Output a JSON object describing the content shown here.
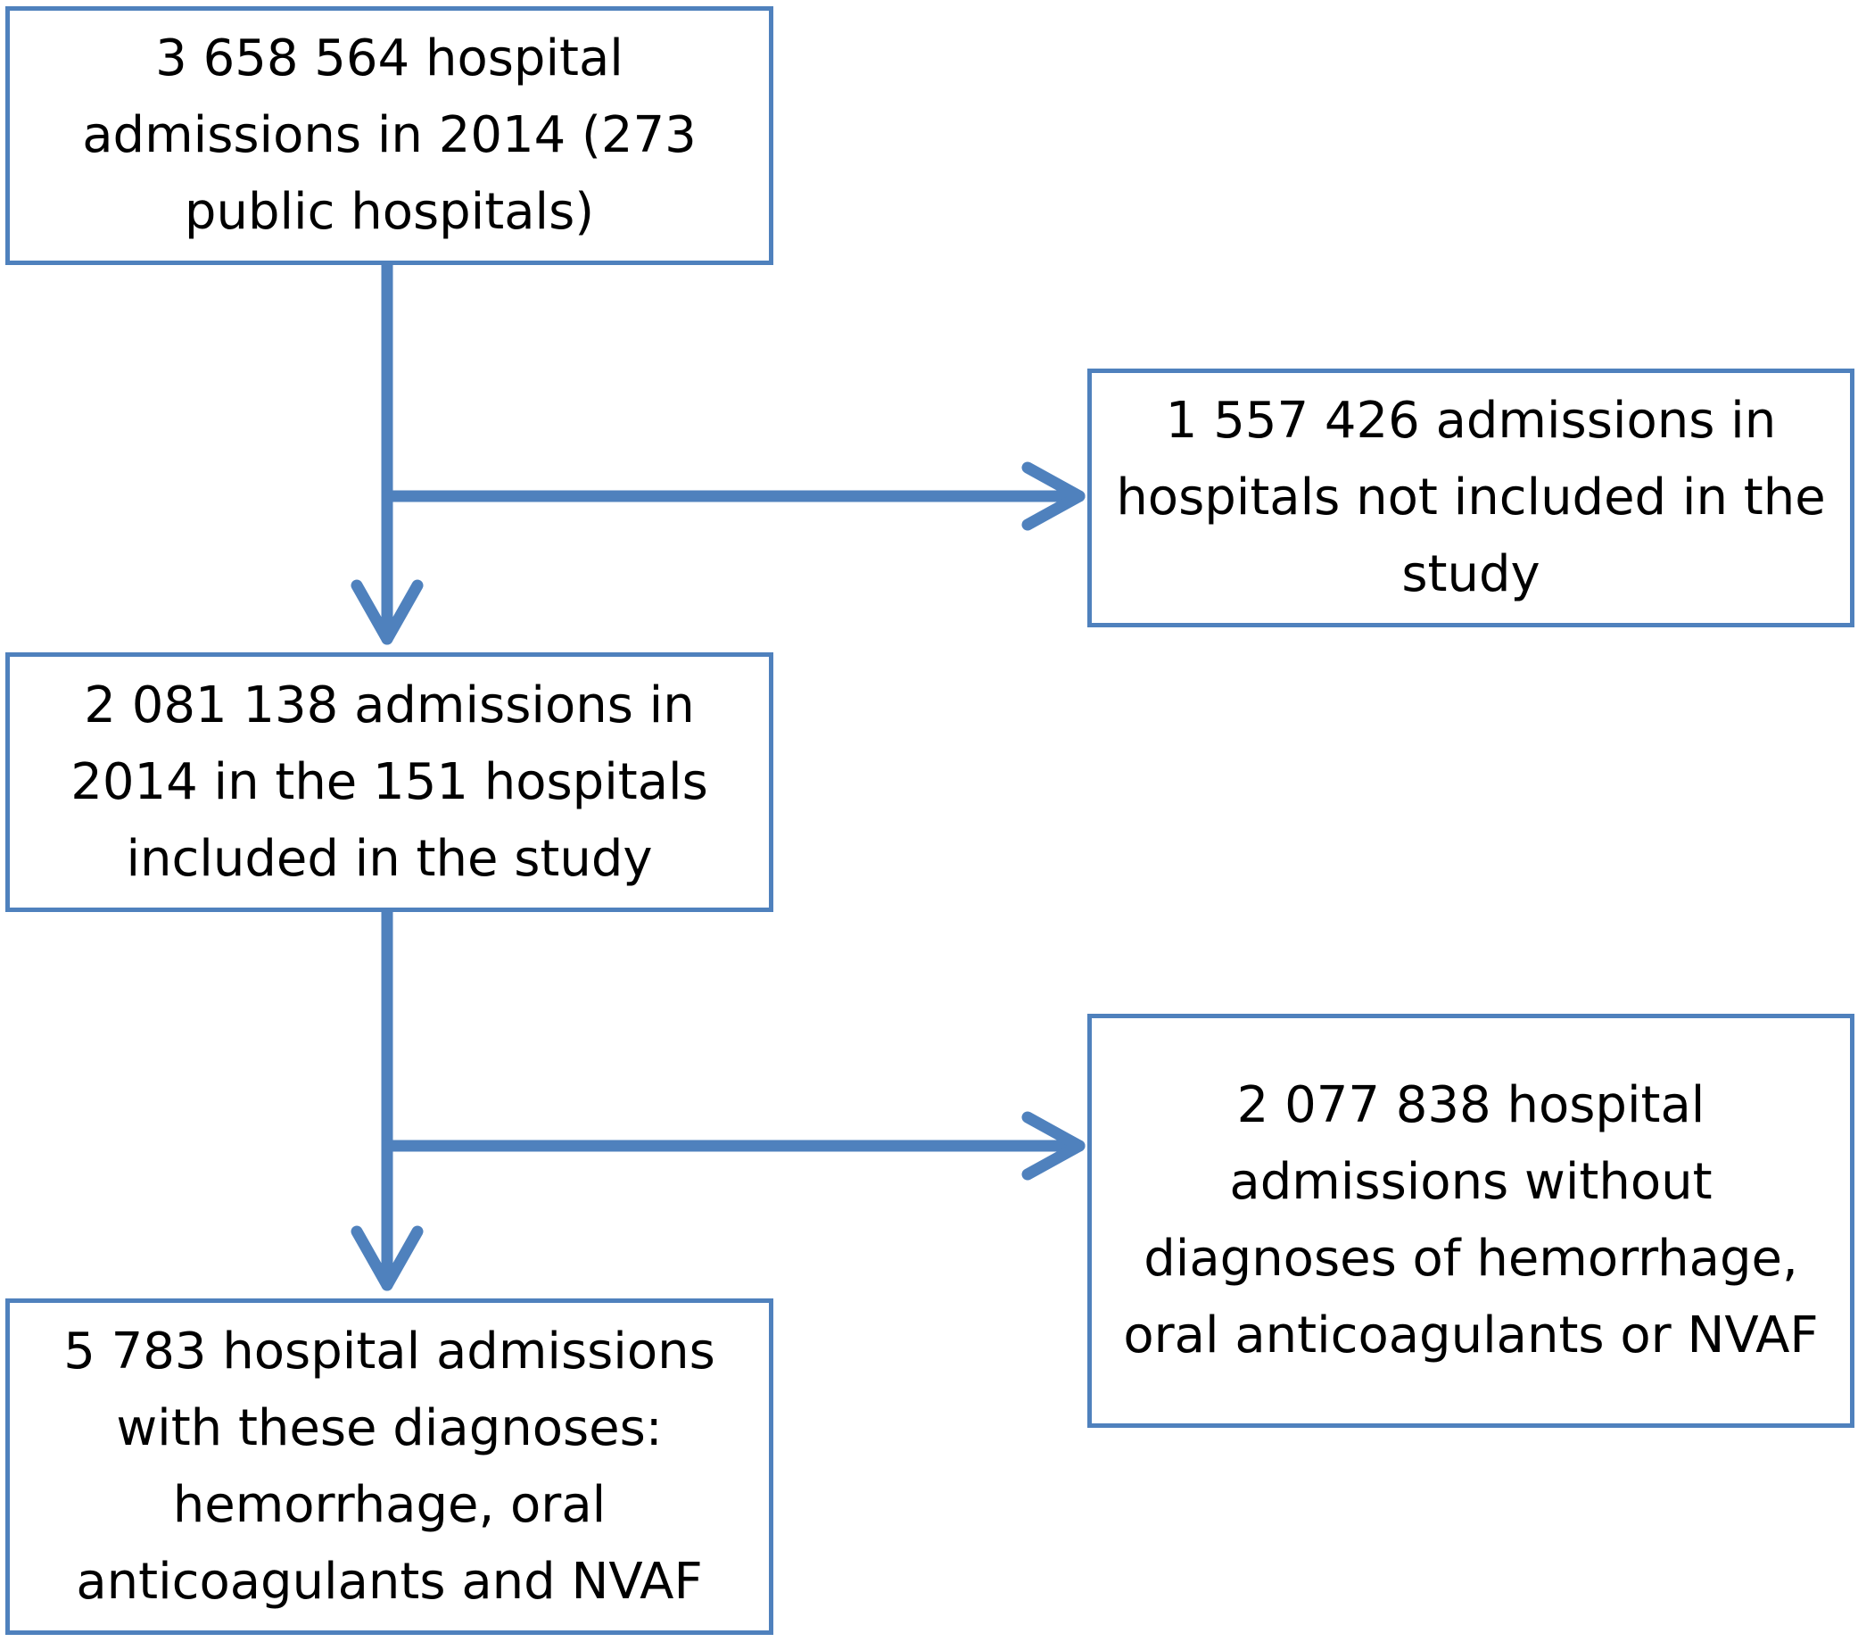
{
  "flowchart": {
    "boxes": [
      {
        "id": "total-admissions",
        "text": "3 658 564  hospital admissions in 2014 (273 public hospitals)"
      },
      {
        "id": "excluded-hospitals",
        "text": "1 557 426 admissions in hospitals not included in the study"
      },
      {
        "id": "included-hospitals",
        "text": "2 081 138 admissions in 2014 in the 151 hospitals included in the study"
      },
      {
        "id": "excluded-diagnoses",
        "text": "2 077 838 hospital admissions without diagnoses of hemorrhage, oral anticoagulants or NVAF"
      },
      {
        "id": "final-cohort",
        "text": "5 783 hospital admissions with these diagnoses: hemorrhage, oral anticoagulants and NVAF"
      }
    ]
  },
  "colors": {
    "box_border": "#4f81bd",
    "arrow": "#4f81bd",
    "text": "#000000",
    "background": "#ffffff"
  }
}
